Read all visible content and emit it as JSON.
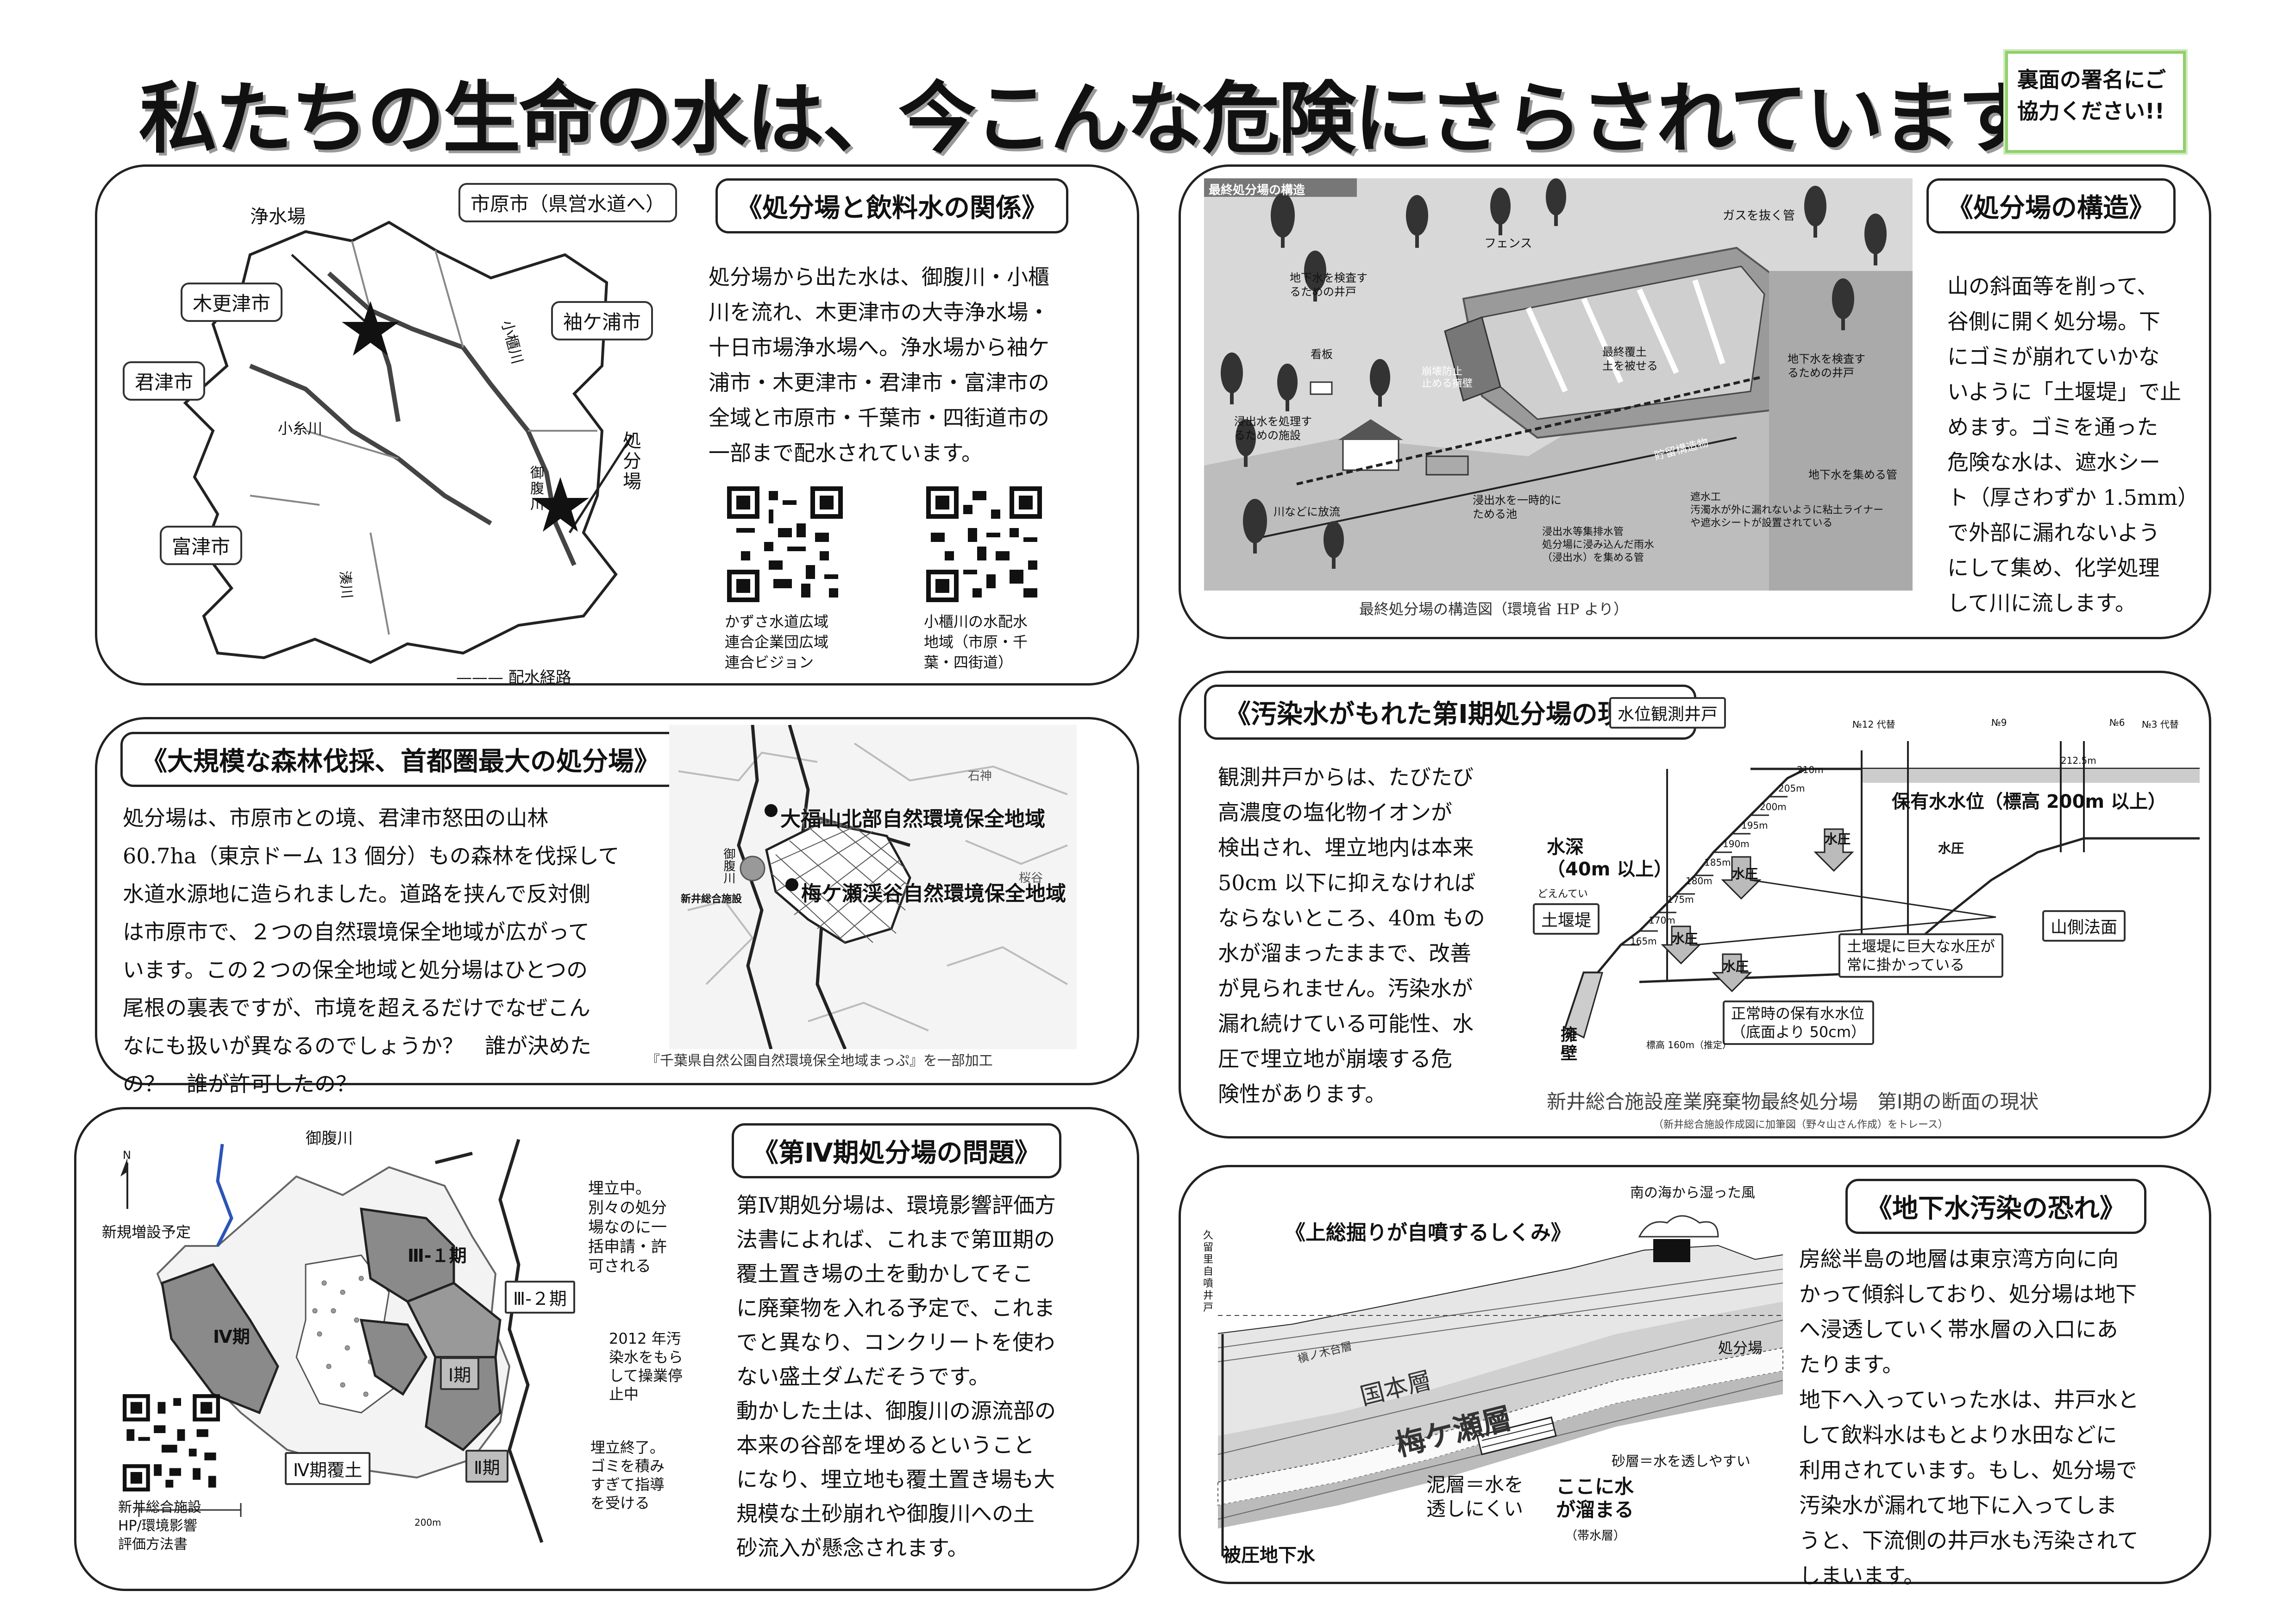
{
  "header": {
    "title": "私たちの生命の水は、今こんな危険にさらされています!!",
    "side_note": "裏面の署名にご\n協力ください!!"
  },
  "p1": {
    "title": "《処分場と飲料水の関係》",
    "body": "処分場から出た水は、御腹川・小櫃\n川を流れ、木更津市の大寺浄水場・\n十日市場浄水場へ。浄水場から袖ケ\n浦市・木更津市・君津市・富津市の\n全域と市原市・千葉市・四街道市の\n一部まで配水されています。",
    "map_labels": {
      "jyosuijo": "浄水場",
      "ichihara": "市原市（県営水道へ）",
      "kisarazu": "木更津市",
      "sodegaura": "袖ケ浦市",
      "kimitsu": "君津市",
      "futtsu": "富津市",
      "shobunjo": "処\n分\n場",
      "obitsu": "小櫃川",
      "koito": "小糸川",
      "minato": "湊川",
      "onbara": "御\n腹\n川",
      "route": "——— 配水経路"
    },
    "qr1_caption": "かずさ水道広域\n連合企業団広域\n連合ビジョン",
    "qr2_caption": "小櫃川の水配水\n地域（市原・千\n葉・四街道）"
  },
  "p2": {
    "title": "《処分場の構造》",
    "diagram_header": "最終処分場の構造",
    "diagram_labels": {
      "fence": "フェンス",
      "gas": "ガスを抜く管",
      "well1": "地下水を検査す\nるための井戸",
      "well2": "地下水を検査す\nるための井戸",
      "sign": "看板",
      "cover": "最終覆土\n土を被せる",
      "barrier": "崩壊防止\n止める擁壁",
      "treat": "浸出水を処理す\nるための施設",
      "river": "川などに放流",
      "store": "浸出水を一時的に\nためる池",
      "collect": "地下水を集める管",
      "shield": "遮水工\n汚濁水が外に漏れないように粘土ライナー\nや遮水シートが設置されている",
      "drain": "浸出水等集排水管\n処分場に浸み込んだ雨水\n（浸出水）を集める管",
      "dam": "貯留構造物"
    },
    "caption": "最終処分場の構造図（環境省 HP より）",
    "body": "山の斜面等を削って、\n谷側に開く処分場。下\nにゴミが崩れていかな\nいように「土堰堤」で止\nめます。ゴミを通った\n危険な水は、遮水シー\nト（厚さわずか 1.5mm）\nで外部に漏れないよう\nにして集め、化学処理\nして川に流します。"
  },
  "p3": {
    "title": "《大規模な森林伐採、首都圏最大の処分場》",
    "body": "処分場は、市原市との境、君津市怒田の山林\n60.7ha（東京ドーム 13 個分）もの森林を伐採して\n水道水源地に造られました。道路を挟んで反対側\nは市原市で、２つの自然環境保全地域が広がって\nいます。この２つの保全地域と処分場はひとつの\n尾根の裏表ですが、市境を超えるだけでなぜこん\nなにも扱いが異なるのでしょうか？　誰が決めた\nの？　誰が許可したの？",
    "map_labels": {
      "area1": "大福山北部自然環境保全地域",
      "area2": "梅ケ瀬渓谷自然環境保全地域",
      "facility": "新井総合施設",
      "river": "御腹川",
      "ishigami": "石神",
      "sakurada": "桜谷"
    },
    "caption": "『千葉県自然公園自然環境保全地域まっぷ』を一部加工"
  },
  "p4": {
    "title": "《汚染水がもれた第Ⅰ期処分場の現状》",
    "body": "観測井戸からは、たびたび\n高濃度の塩化物イオンが\n検出され、埋立地内は本来\n50cm 以下に抑えなければ\nならないところ、40m もの\n水が溜まったままで、改善\nが見られません。汚染水が\n漏れ続けている可能性、水\n圧で埋立地が崩壊する危\n険性があります。",
    "diagram_labels": {
      "well": "水位観測井戸",
      "depth": "水深\n（40m 以上）",
      "level": "保有水水位（標高 200m 以上）",
      "dam": "土堰堤",
      "dam_note": "どえんてい",
      "pressure_note": "土堰堤に巨大な水圧が\n常に掛かっている",
      "normal": "正常時の保有水水位\n（底面より 50cm）",
      "slope": "山側法面",
      "wall": "擁\n壁",
      "suiatsu": "水圧",
      "elev160": "標高 160m（推定）",
      "e210": "210m",
      "e205": "205m",
      "e200": "200m",
      "e195": "195m",
      "e190": "190m",
      "e185": "185m",
      "e180": "180m",
      "e175": "175m",
      "e170": "170m",
      "e165": "165m",
      "e2125": "212.5m",
      "n12": "№12 代替",
      "n9": "№9",
      "n6": "№6",
      "n3": "№3 代替"
    },
    "caption": "新井総合施設産業廃棄物最終処分場　第Ⅰ期の断面の現状",
    "subcaption": "（新井総合施設作成図に加筆図（野々山さん作成）をトレース）"
  },
  "p5": {
    "title": "《第Ⅳ期処分場の問題》",
    "body": "第Ⅳ期処分場は、環境影響評価方\n法書によれば、これまで第Ⅲ期の\n覆土置き場の土を動かしてそこ\nに廃棄物を入れる予定で、これま\nでと異なり、コンクリートを使わ\nない盛土ダムだそうです。\n動かした土は、御腹川の源流部の\n本来の谷部を埋めるということ\nになり、埋立地も覆土置き場も大\n規模な土砂崩れや御腹川への土\n砂流入が懸念されます。",
    "map_labels": {
      "river": "御腹川",
      "new_plan": "新規増設予定",
      "p4": "Ⅳ期",
      "p3_1": "Ⅲ-１期",
      "p3_2": "Ⅲ-２期",
      "p1": "Ⅰ期",
      "p2": "Ⅱ期",
      "p4_cover": "Ⅳ期覆土",
      "note1": "埋立中。\n別々の処分\n場なのに一\n括申請・許\n可される",
      "note2": "2012 年汚\n染水をもら\nして操業停\n止中",
      "note3": "埋立終了。\nゴミを積み\nすぎて指導\nを受ける",
      "scale": "200m",
      "north": "N"
    },
    "qr_caption": "新井総合施設\nHP/環境影響\n評価方法書"
  },
  "p6": {
    "title": "《地下水汚染の恐れ》",
    "body": "房総半島の地層は東京湾方向に向\nかって傾斜しており、処分場は地下\nへ浸透していく帯水層の入口にあ\nたります。\n地下へ入っていった水は、井戸水と\nして飲料水はもとより水田などに\n利用されています。もし、処分場で\n汚染水が漏れて地下に入ってしま\nうと、下流側の井戸水も汚染されて\nしまいます。",
    "diagram_labels": {
      "heading": "《上総掘りが自噴するしくみ》",
      "wind": "南の海から湿った風",
      "well": "久\n留\n里\n自\n噴\n井\n戸",
      "shobunjo": "処分場",
      "kokumoto": "国本層",
      "umegase": "梅ケ瀬層",
      "sand": "砂層＝水を透しやすい",
      "mud": "泥層＝水を\n透しにくい",
      "here": "ここに水\nが溜まる",
      "aquifer": "（帯水層）",
      "artesian": "被圧地下水",
      "cap": "槇ノ木台層"
    }
  }
}
